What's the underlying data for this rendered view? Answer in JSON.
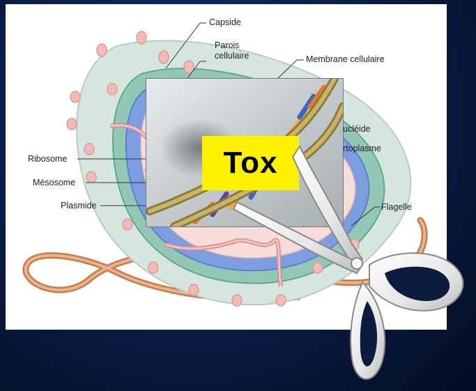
{
  "labels": {
    "capside": "Capside",
    "parois": "Parois",
    "cellulaire": "cellulaire",
    "membrane": "Membrane cellulaire",
    "nucleoide": "ucléide",
    "cytoplasme": "rtoplasme",
    "ribosome": "Ribosome",
    "mesosome": "Mésosome",
    "plasmide": "Plasmide",
    "flagelle": "Flagelle"
  },
  "tox_label": "Tox",
  "colors": {
    "background": "#0d2454",
    "tox_highlight": "#fff200",
    "cell_body": "#d9e6e0",
    "membrane": "#6f8fd8",
    "flagellum": "#d48a5c"
  },
  "icons": {
    "scissors": "scissors-icon",
    "dna": "dna-helix-icon"
  }
}
